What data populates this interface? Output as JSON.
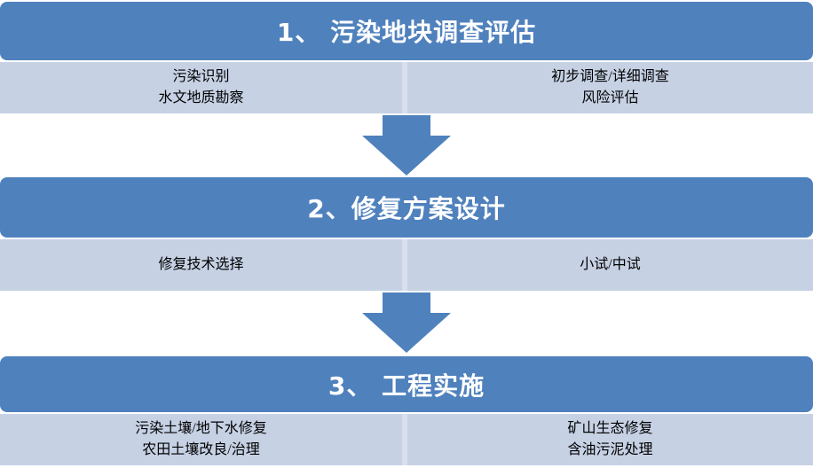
{
  "colors": {
    "header_blue": "#4f81bd",
    "body_light": "#c6d1e4",
    "divider": "#d9dfec",
    "background": "#ffffff",
    "header_text": "#ffffff",
    "body_text": "#000000"
  },
  "diagram": {
    "type": "process-flow",
    "arrow_icon": "down-arrow-icon"
  },
  "sections": [
    {
      "title": "1、 污染地块调查评估",
      "rows": [
        {
          "left": "污染识别",
          "right": "初步调查/详细调查"
        },
        {
          "left": "水文地质勘察",
          "right": "风险评估"
        }
      ]
    },
    {
      "title": "2、修复方案设计",
      "rows": [
        {
          "left": "修复技术选择",
          "right": "小试/中试"
        }
      ]
    },
    {
      "title": "3、 工程实施",
      "rows": [
        {
          "left": "污染土壤/地下水修复",
          "right": "矿山生态修复"
        },
        {
          "left": "农田土壤改良/治理",
          "right": "含油污泥处理"
        }
      ]
    }
  ]
}
